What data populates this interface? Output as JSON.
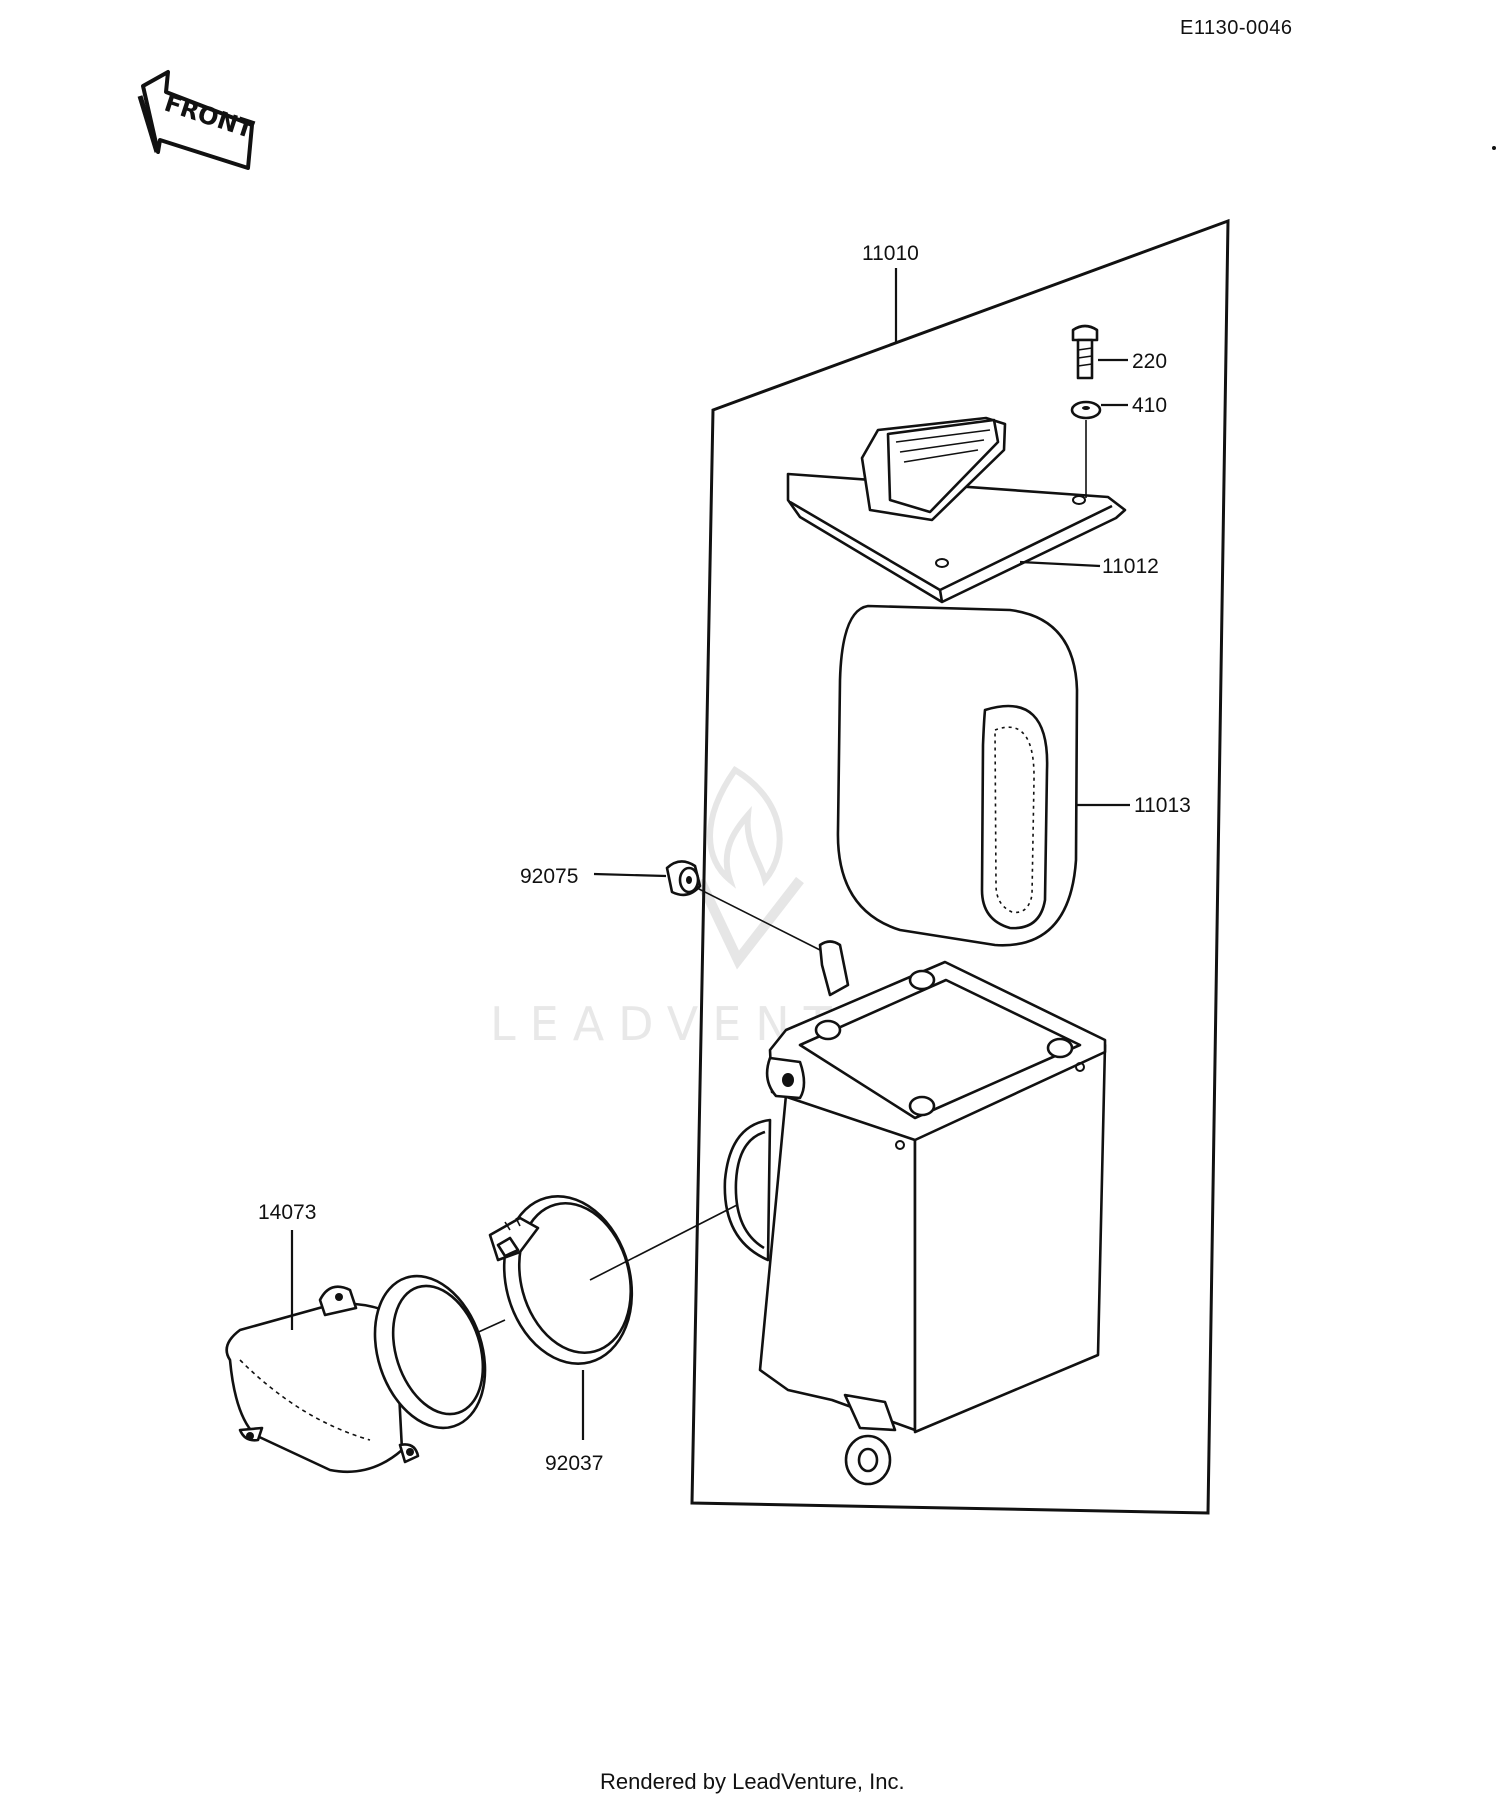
{
  "diagram_code": "E1130-0046",
  "front_indicator": "FRONT",
  "watermark": "LEADVENTURE",
  "footer": "Rendered by LeadVenture, Inc.",
  "parts": [
    {
      "id": "assembly",
      "number": "11010"
    },
    {
      "id": "bolt",
      "number": "220"
    },
    {
      "id": "washer",
      "number": "410"
    },
    {
      "id": "cap",
      "number": "11012"
    },
    {
      "id": "element",
      "number": "11013"
    },
    {
      "id": "grommet",
      "number": "92075"
    },
    {
      "id": "duct",
      "number": "14073"
    },
    {
      "id": "clamp",
      "number": "92037"
    }
  ]
}
